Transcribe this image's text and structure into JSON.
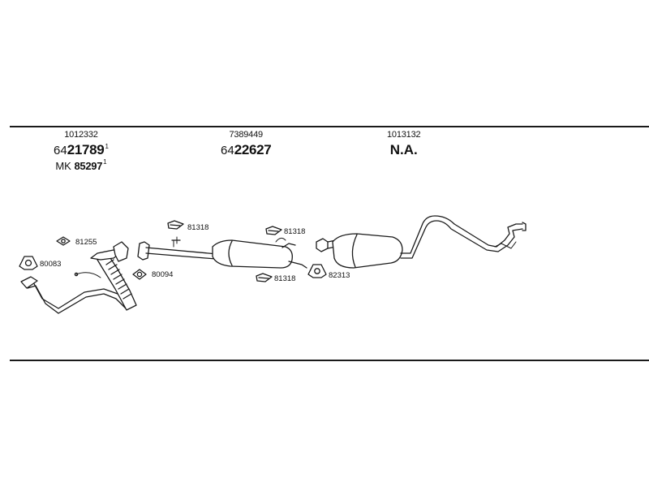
{
  "groups": [
    {
      "ref": "1012332",
      "main_prefix": "64",
      "main_number": "21789",
      "main_sup": "1",
      "alt_prefix": "MK ",
      "alt_number": "85297",
      "alt_sup": "1"
    },
    {
      "ref": "7389449",
      "main_prefix": "64",
      "main_number": "22627"
    },
    {
      "ref": "1013132",
      "main_text": "N.A."
    }
  ],
  "parts": {
    "gasket_front": "80083",
    "clamp_front": "81255",
    "gasket_mid": "80094",
    "hanger_a": "81318",
    "hanger_b": "81318",
    "hanger_c": "81318",
    "clamp_rear": "82313"
  },
  "colors": {
    "line": "#1a1a1a",
    "background": "#ffffff"
  }
}
